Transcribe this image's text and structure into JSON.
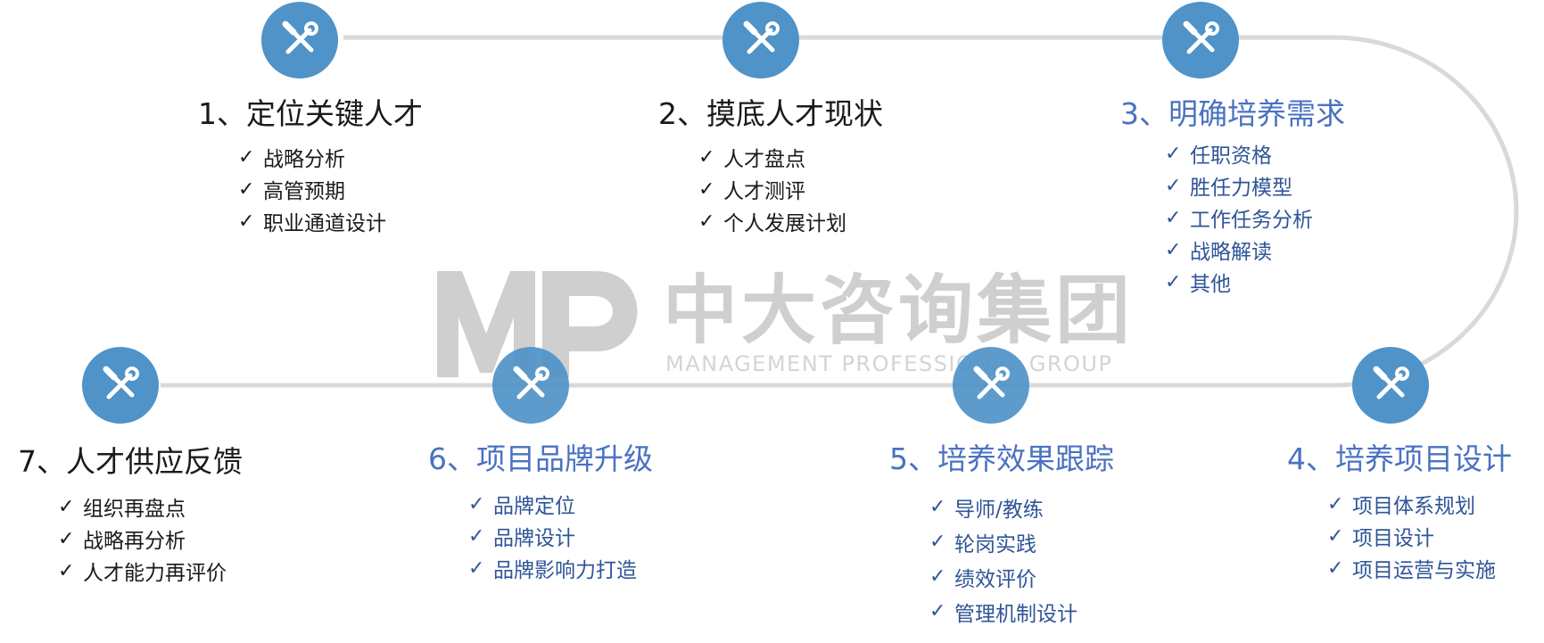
{
  "watermark": {
    "logo_letters": "MP",
    "company": "中大咨询集团",
    "tagline": "MANAGEMENT PROFESSIONAL GROUP"
  },
  "node_icon": "tools-wrench-screwdriver-icon",
  "colors": {
    "node_fill": "#4f93c8",
    "track": "#d9d9d9",
    "title_dark": "#1a1a1a",
    "title_blue": "#4a72c2",
    "item_blue": "#2f5597"
  },
  "check_glyph": "✓",
  "steps": [
    {
      "title": "1、定位关键人才",
      "items": [
        "战略分析",
        "高管预期",
        "职业通道设计"
      ]
    },
    {
      "title": "2、摸底人才现状",
      "items": [
        "人才盘点",
        "人才测评",
        "个人发展计划"
      ]
    },
    {
      "title": "3、明确培养需求",
      "items": [
        "任职资格",
        "胜任力模型",
        "工作任务分析",
        "战略解读",
        "其他"
      ]
    },
    {
      "title": "4、培养项目设计",
      "items": [
        "项目体系规划",
        "项目设计",
        "项目运营与实施"
      ]
    },
    {
      "title": "5、培养效果跟踪",
      "items": [
        "导师/教练",
        "轮岗实践",
        "绩效评价",
        "管理机制设计"
      ]
    },
    {
      "title": "6、项目品牌升级",
      "items": [
        "品牌定位",
        "品牌设计",
        "品牌影响力打造"
      ]
    },
    {
      "title": "7、人才供应反馈",
      "items": [
        "组织再盘点",
        "战略再分析",
        "人才能力再评价"
      ]
    }
  ]
}
